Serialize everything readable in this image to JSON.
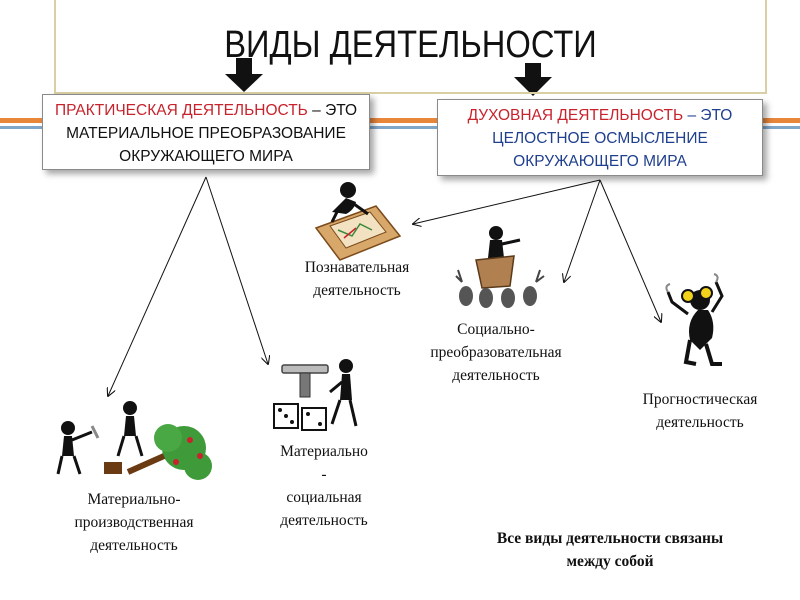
{
  "title": "ВИДЫ ДЕЯТЕЛЬНОСТИ",
  "practical": {
    "term": "ПРАКТИЧЕСКАЯ ДЕЯТЕЛЬНОСТЬ",
    "dash": " – ЭТО",
    "line2": "МАТЕРИАЛЬНОЕ ПРЕОБРАЗОВАНИЕ",
    "line3": "ОКРУЖАЮЩЕГО МИРА"
  },
  "spiritual": {
    "term": "ДУХОВНАЯ ДЕЯТЕЛЬНОСТЬ",
    "dash": " – ЭТО",
    "line2": "ЦЕЛОСТНОЕ ОСМЫСЛЕНИЕ",
    "line3": "ОКРУЖАЮЩЕГО  МИРА"
  },
  "labels": {
    "cognitive": [
      "Познавательная",
      "деятельность"
    ],
    "social_transform": [
      "Социально-",
      "преобразовательная",
      "деятельность"
    ],
    "prognostic": [
      "Прогностическая",
      "деятельность"
    ],
    "material_production": [
      "Материально-",
      "производственная",
      "деятельность"
    ],
    "material_social": [
      "Материально",
      "-",
      "социальная",
      "деятельность"
    ]
  },
  "note": [
    "Все виды деятельности связаны",
    "между собой"
  ],
  "colors": {
    "term_red": "#c8232c",
    "term_blue": "#1f3f8f",
    "stripe_orange": "#e8863a",
    "stripe_blue": "#7fa6c9",
    "frame": "#d9cfa5"
  }
}
